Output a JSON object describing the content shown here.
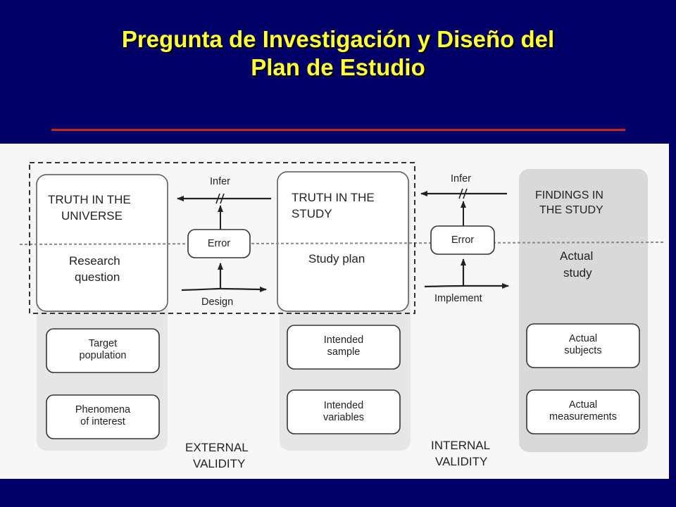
{
  "slide": {
    "title_line1": "Pregunta de Investigación y Diseño del",
    "title_line2": "Plan de Estudio"
  },
  "colors": {
    "background": "#000066",
    "title": "#ffff33",
    "rule": "#cc2222",
    "figure_bg": "#f7f7f7"
  },
  "diagram": {
    "universe": {
      "heading_line1": "TRUTH IN THE",
      "heading_line2": "UNIVERSE",
      "body_line1": "Research",
      "body_line2": "question",
      "box1_line1": "Target",
      "box1_line2": "population",
      "box2_line1": "Phenomena",
      "box2_line2": "of interest"
    },
    "study": {
      "heading_line1": "TRUTH IN THE",
      "heading_line2": "STUDY",
      "body": "Study plan",
      "box1_line1": "Intended",
      "box1_line2": "sample",
      "box2_line1": "Intended",
      "box2_line2": "variables"
    },
    "findings": {
      "heading_line1": "FINDINGS IN",
      "heading_line2": "THE STUDY",
      "body_line1": "Actual",
      "body_line2": "study",
      "box1_line1": "Actual",
      "box1_line2": "subjects",
      "box2_line1": "Actual",
      "box2_line2": "measurements"
    },
    "connector1": {
      "infer": "Infer",
      "error": "Error",
      "action": "Design"
    },
    "connector2": {
      "infer": "Infer",
      "error": "Error",
      "action": "Implement"
    },
    "external_line1": "EXTERNAL",
    "external_line2": "VALIDITY",
    "internal_line1": "INTERNAL",
    "internal_line2": "VALIDITY"
  }
}
